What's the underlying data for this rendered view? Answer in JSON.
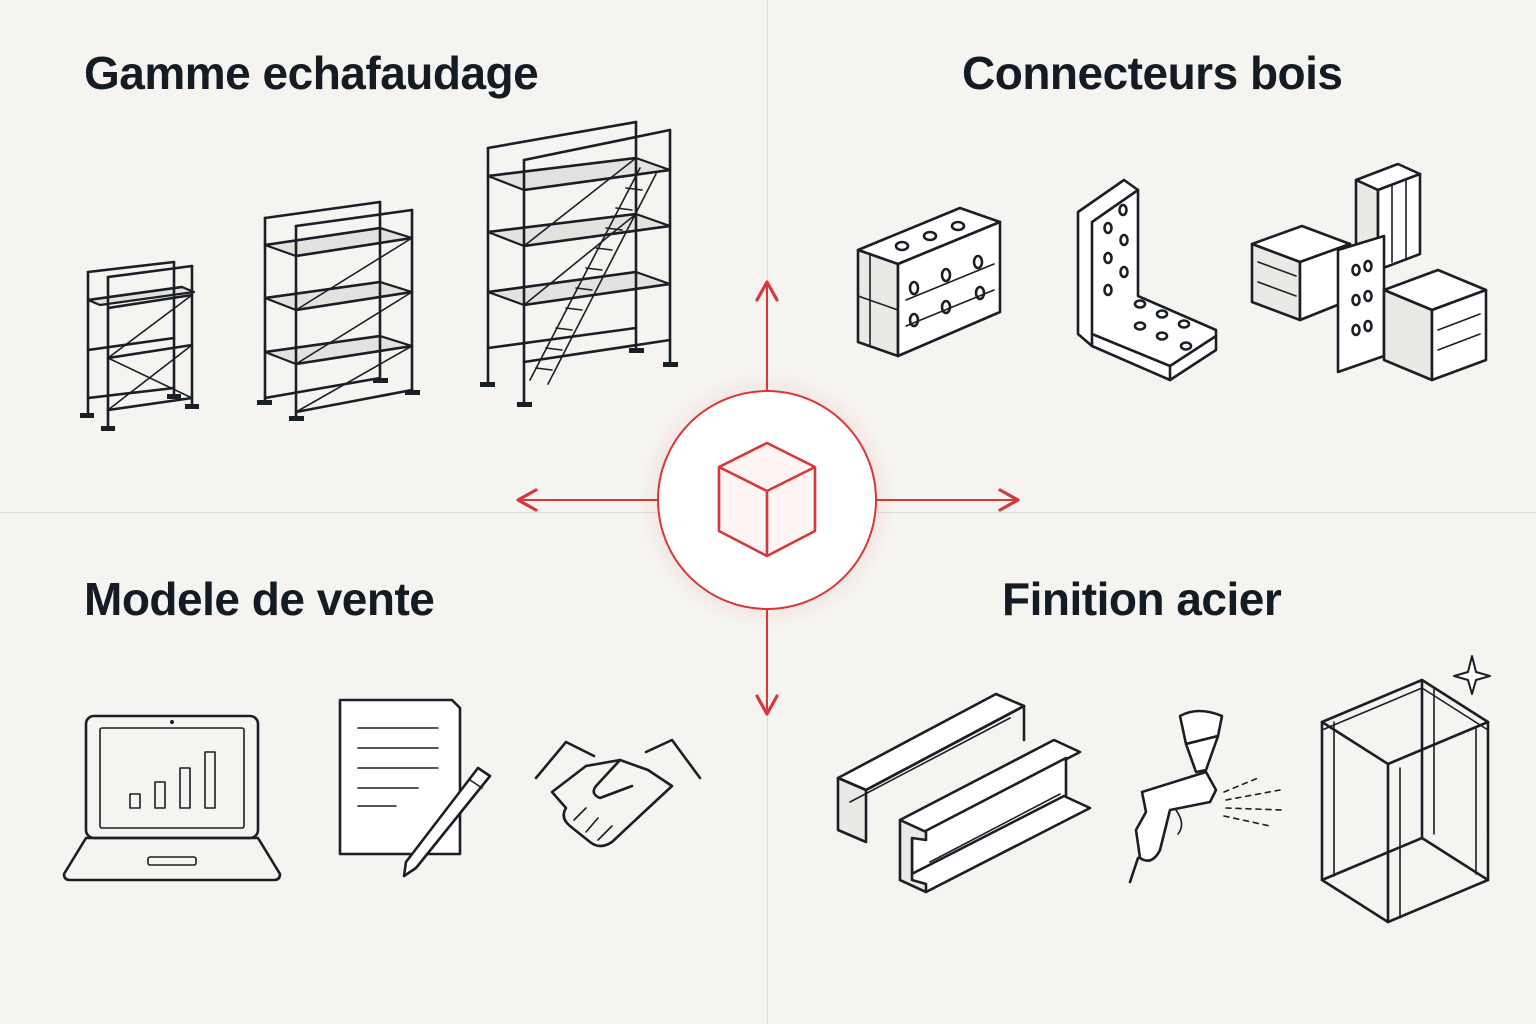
{
  "quadrants": {
    "top_left": {
      "title": "Gamme echafaudage",
      "icons": [
        "small-scaffold-icon",
        "medium-scaffold-icon",
        "tall-scaffold-with-stairs-icon"
      ]
    },
    "top_right": {
      "title": "Connecteurs bois",
      "icons": [
        "timber-splice-plate-icon",
        "angle-bracket-icon",
        "post-beam-connector-icon"
      ]
    },
    "bottom_left": {
      "title": "Modele de vente",
      "icons": [
        "laptop-bar-chart-icon",
        "contract-document-icon",
        "handshake-icon"
      ]
    },
    "bottom_right": {
      "title": "Finition acier",
      "icons": [
        "steel-beams-icon",
        "spray-gun-icon",
        "steel-frame-icon"
      ]
    }
  },
  "hub": {
    "icon": "cube-icon"
  },
  "colors": {
    "accent": "#d6383a",
    "ink": "#1a1f26",
    "background": "#f5f4f0",
    "divider": "#dcdad5"
  }
}
